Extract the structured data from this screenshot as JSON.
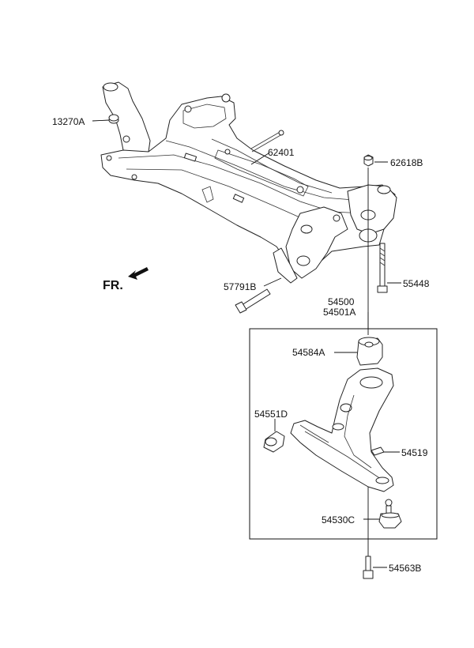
{
  "orientation_label": "FR.",
  "labels": {
    "p13270a": "13270A",
    "p62401": "62401",
    "p62618b": "62618B",
    "p55448": "55448",
    "p57791b": "57791B",
    "p54500": "54500",
    "p54501a": "54501A",
    "p54584a": "54584A",
    "p54551d": "54551D",
    "p54519": "54519",
    "p54530c": "54530C",
    "p54563b": "54563B"
  }
}
